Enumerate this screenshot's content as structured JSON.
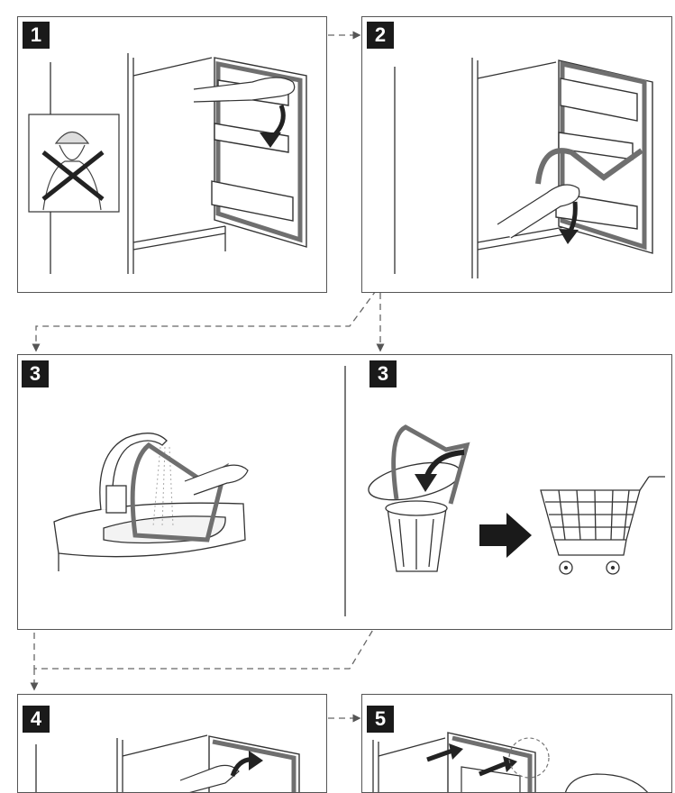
{
  "steps": [
    {
      "number": "1"
    },
    {
      "number": "2"
    },
    {
      "number": "3"
    },
    {
      "number": "3"
    },
    {
      "number": "4"
    },
    {
      "number": "5"
    }
  ],
  "colors": {
    "badge": "#1a1a1a",
    "line": "#555555",
    "connector": "#666666",
    "gasket": "#6f6f6f"
  },
  "icons": [
    "no-helmet-icon",
    "arrow-icon",
    "trash-bin-icon",
    "shopping-cart-icon",
    "faucet-icon"
  ]
}
